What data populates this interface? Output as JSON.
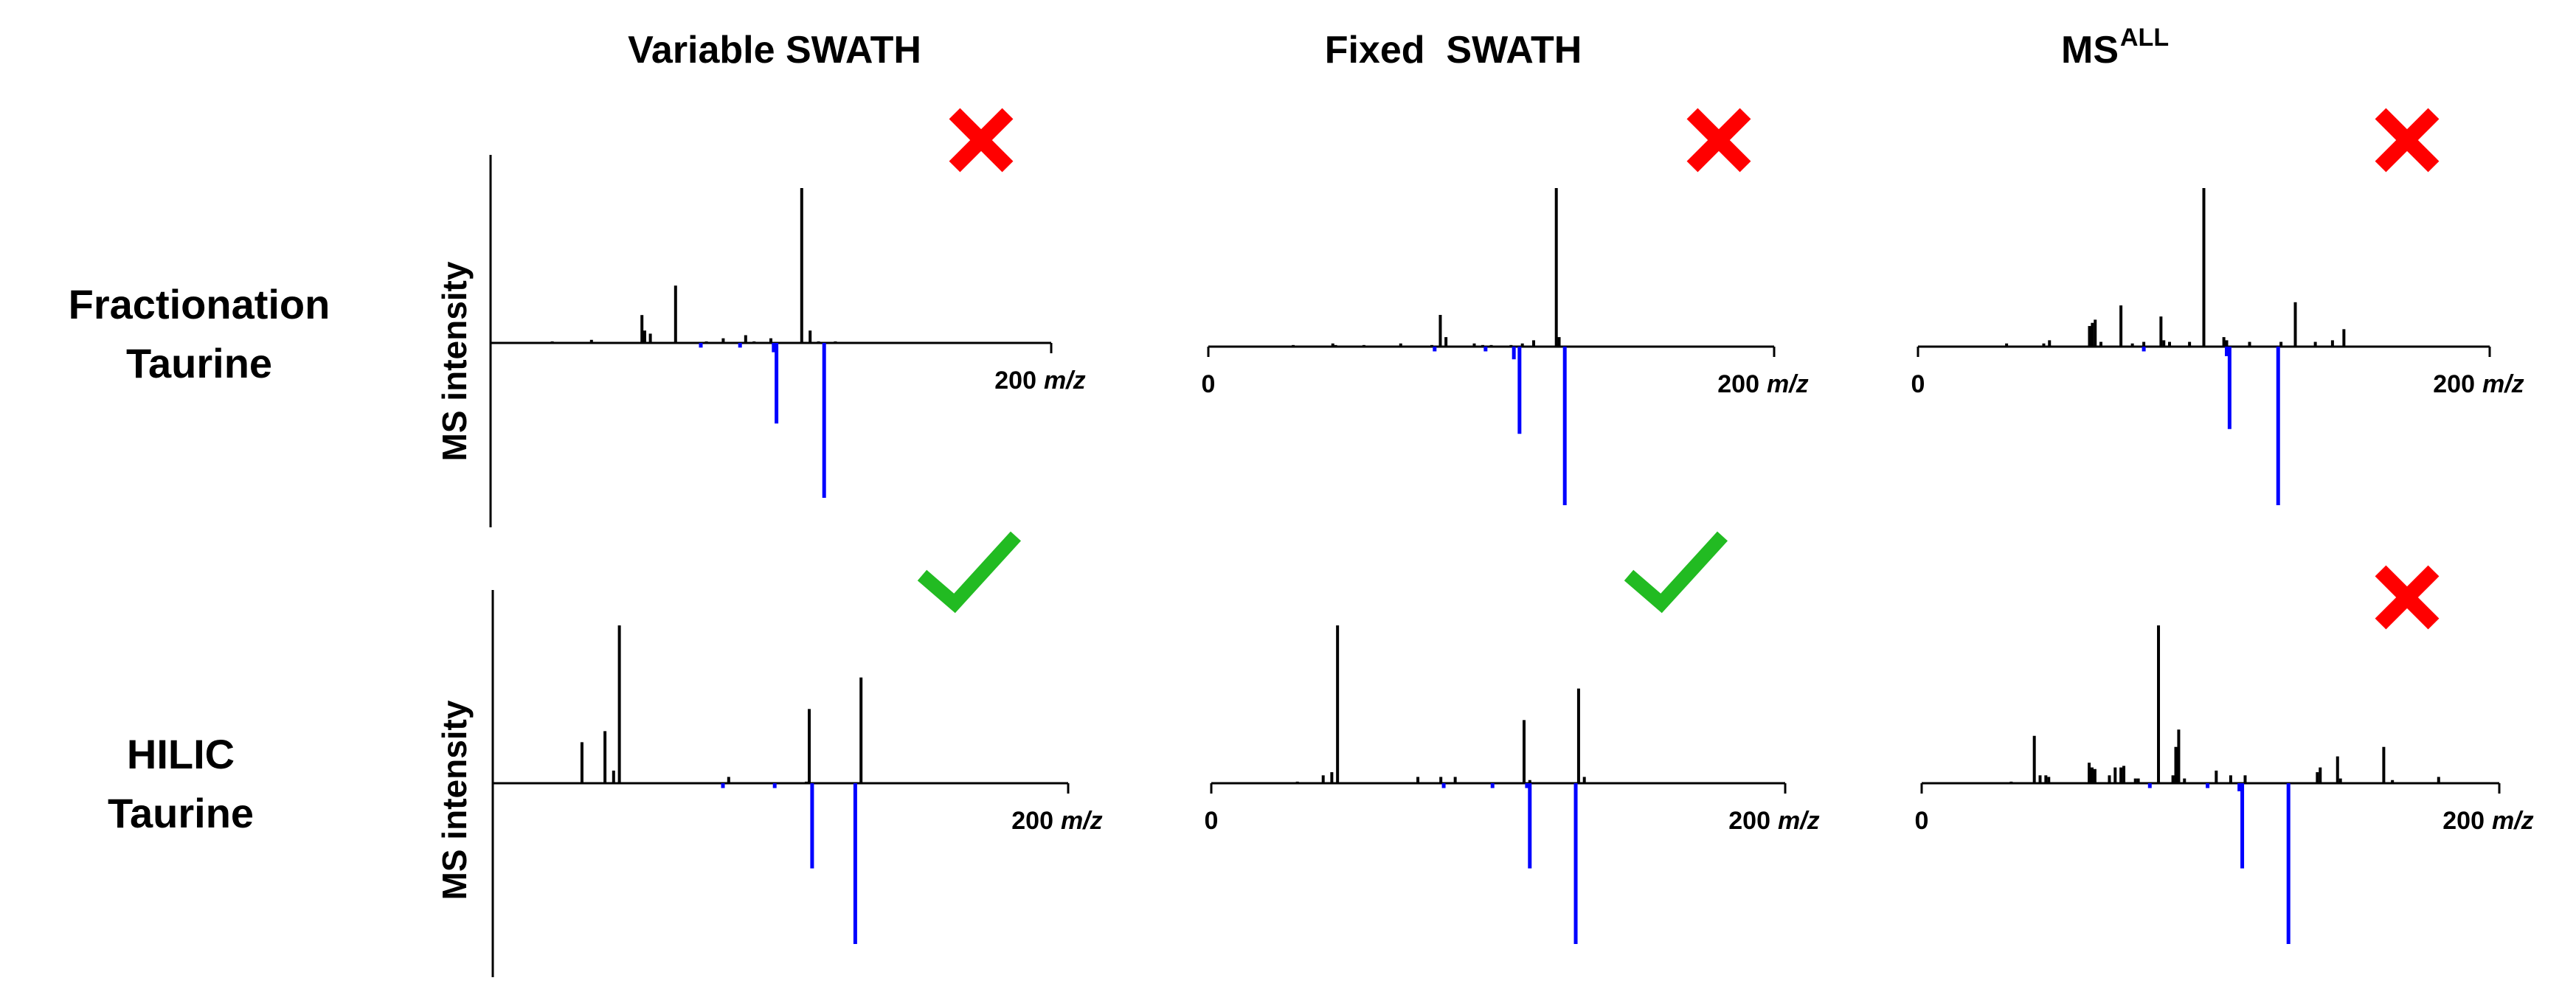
{
  "columns": [
    {
      "title": "Variable SWATH",
      "superscript": ""
    },
    {
      "title": "Fixed  SWATH",
      "superscript": ""
    },
    {
      "title": "MS",
      "superscript": "ALL"
    }
  ],
  "rows": [
    {
      "line1": "Fractionation",
      "line2": "Taurine"
    },
    {
      "line1": "HILIC",
      "line2": "Taurine"
    }
  ],
  "ylabel": "MS intensity",
  "colors": {
    "query": "#000000",
    "reference": "#0000ff",
    "match": "#22bb22",
    "nomatch": "#ff0000",
    "axis": "#000000"
  },
  "chart_data": [
    {
      "type": "bar",
      "row": "Fractionation Taurine",
      "column": "Variable SWATH",
      "result": "no-match",
      "result_icon": "cross-icon",
      "xlim": [
        0,
        200
      ],
      "ylim": [
        -100,
        100
      ],
      "x_start_label": "",
      "x_end_label": "200",
      "xlabel": "m/z",
      "series": [
        {
          "name": "",
          "color": "#000000",
          "x": [
            22,
            36,
            54,
            55,
            57,
            66,
            77,
            83,
            91,
            94,
            100,
            111,
            114,
            117,
            123
          ],
          "y": [
            1,
            2,
            18,
            8,
            6,
            37,
            1,
            3,
            5,
            1,
            3,
            100,
            8,
            1,
            1
          ]
        },
        {
          "name": "",
          "color": "#0000ff",
          "x": [
            75,
            89,
            101,
            102,
            119
          ],
          "y": [
            -3,
            -3,
            -6,
            -52,
            -100
          ]
        }
      ]
    },
    {
      "type": "bar",
      "row": "Fractionation Taurine",
      "column": "Fixed  SWATH",
      "result": "no-match",
      "result_icon": "cross-icon",
      "xlim": [
        0,
        200
      ],
      "ylim": [
        -100,
        100
      ],
      "x_start_label": "0",
      "x_end_label": "200",
      "xlabel": "m/z",
      "series": [
        {
          "name": "",
          "color": "#000000",
          "x": [
            30,
            44,
            45,
            55,
            68,
            79,
            82,
            84,
            94,
            97,
            100,
            107,
            111,
            115,
            123,
            124
          ],
          "y": [
            1,
            2,
            1,
            1,
            2,
            1,
            20,
            6,
            2,
            1,
            1,
            1,
            2,
            4,
            100,
            6
          ]
        },
        {
          "name": "",
          "color": "#0000ff",
          "x": [
            80,
            98,
            108,
            110,
            126
          ],
          "y": [
            -3,
            -3,
            -8,
            -55,
            -100
          ]
        }
      ]
    },
    {
      "type": "bar",
      "row": "Fractionation Taurine",
      "column": "MS",
      "result": "no-match",
      "result_icon": "cross-icon",
      "xlim": [
        0,
        200
      ],
      "ylim": [
        -100,
        100
      ],
      "x_start_label": "0",
      "x_end_label": "200",
      "xlabel": "m/z",
      "series": [
        {
          "name": "",
          "color": "#000000",
          "x": [
            31,
            44,
            46,
            60,
            61,
            62,
            64,
            71,
            75,
            79,
            85,
            86,
            88,
            95,
            100,
            107,
            108,
            116,
            127,
            132,
            139,
            145,
            149
          ],
          "y": [
            2,
            2,
            4,
            13,
            15,
            17,
            3,
            26,
            2,
            3,
            19,
            4,
            3,
            3,
            100,
            6,
            4,
            3,
            3,
            28,
            3,
            4,
            11
          ]
        },
        {
          "name": "",
          "color": "#0000ff",
          "x": [
            79,
            108,
            109,
            126
          ],
          "y": [
            -3,
            -6,
            -52,
            -100
          ]
        }
      ]
    },
    {
      "type": "bar",
      "row": "HILIC Taurine",
      "column": "Variable SWATH",
      "result": "match",
      "result_icon": "check-icon",
      "xlim": [
        0,
        200
      ],
      "ylim": [
        -100,
        100
      ],
      "x_start_label": "",
      "x_end_label": "200",
      "xlabel": "m/z",
      "series": [
        {
          "name": "",
          "color": "#000000",
          "x": [
            31,
            39,
            42,
            44,
            82,
            109,
            110,
            128
          ],
          "y": [
            26,
            33,
            8,
            100,
            4,
            1,
            47,
            67
          ]
        },
        {
          "name": "",
          "color": "#0000ff",
          "x": [
            80,
            98,
            111,
            126
          ],
          "y": [
            -3,
            -3,
            -53,
            -100
          ]
        }
      ]
    },
    {
      "type": "bar",
      "row": "HILIC Taurine",
      "column": "Fixed  SWATH",
      "result": "match",
      "result_icon": "check-icon",
      "xlim": [
        0,
        200
      ],
      "ylim": [
        -100,
        100
      ],
      "x_start_label": "0",
      "x_end_label": "200",
      "xlabel": "m/z",
      "series": [
        {
          "name": "",
          "color": "#000000",
          "x": [
            30,
            39,
            42,
            44,
            72,
            80,
            85,
            109,
            111,
            128,
            130
          ],
          "y": [
            1,
            5,
            7,
            100,
            4,
            4,
            4,
            40,
            2,
            60,
            4
          ]
        },
        {
          "name": "",
          "color": "#0000ff",
          "x": [
            81,
            98,
            110,
            111,
            127
          ],
          "y": [
            -3,
            -3,
            -3,
            -53,
            -100
          ]
        }
      ]
    },
    {
      "type": "bar",
      "row": "HILIC Taurine",
      "column": "MS",
      "result": "no-match",
      "result_icon": "cross-icon",
      "xlim": [
        0,
        200
      ],
      "ylim": [
        -100,
        100
      ],
      "x_start_label": "0",
      "x_end_label": "200",
      "xlabel": "m/z",
      "series": [
        {
          "name": "",
          "color": "#000000",
          "x": [
            31,
            39,
            41,
            43,
            44,
            58,
            59,
            60,
            65,
            67,
            69,
            70,
            74,
            75,
            82,
            87,
            88,
            89,
            91,
            102,
            107,
            112,
            137,
            138,
            144,
            145,
            160,
            163,
            179
          ],
          "y": [
            1,
            30,
            5,
            5,
            4,
            13,
            10,
            9,
            5,
            10,
            10,
            11,
            3,
            3,
            100,
            5,
            23,
            34,
            3,
            8,
            5,
            5,
            7,
            10,
            17,
            3,
            23,
            2,
            4
          ]
        },
        {
          "name": "",
          "color": "#0000ff",
          "x": [
            79,
            99,
            110,
            111,
            127
          ],
          "y": [
            -3,
            -3,
            -5,
            -53,
            -100
          ]
        }
      ]
    }
  ]
}
